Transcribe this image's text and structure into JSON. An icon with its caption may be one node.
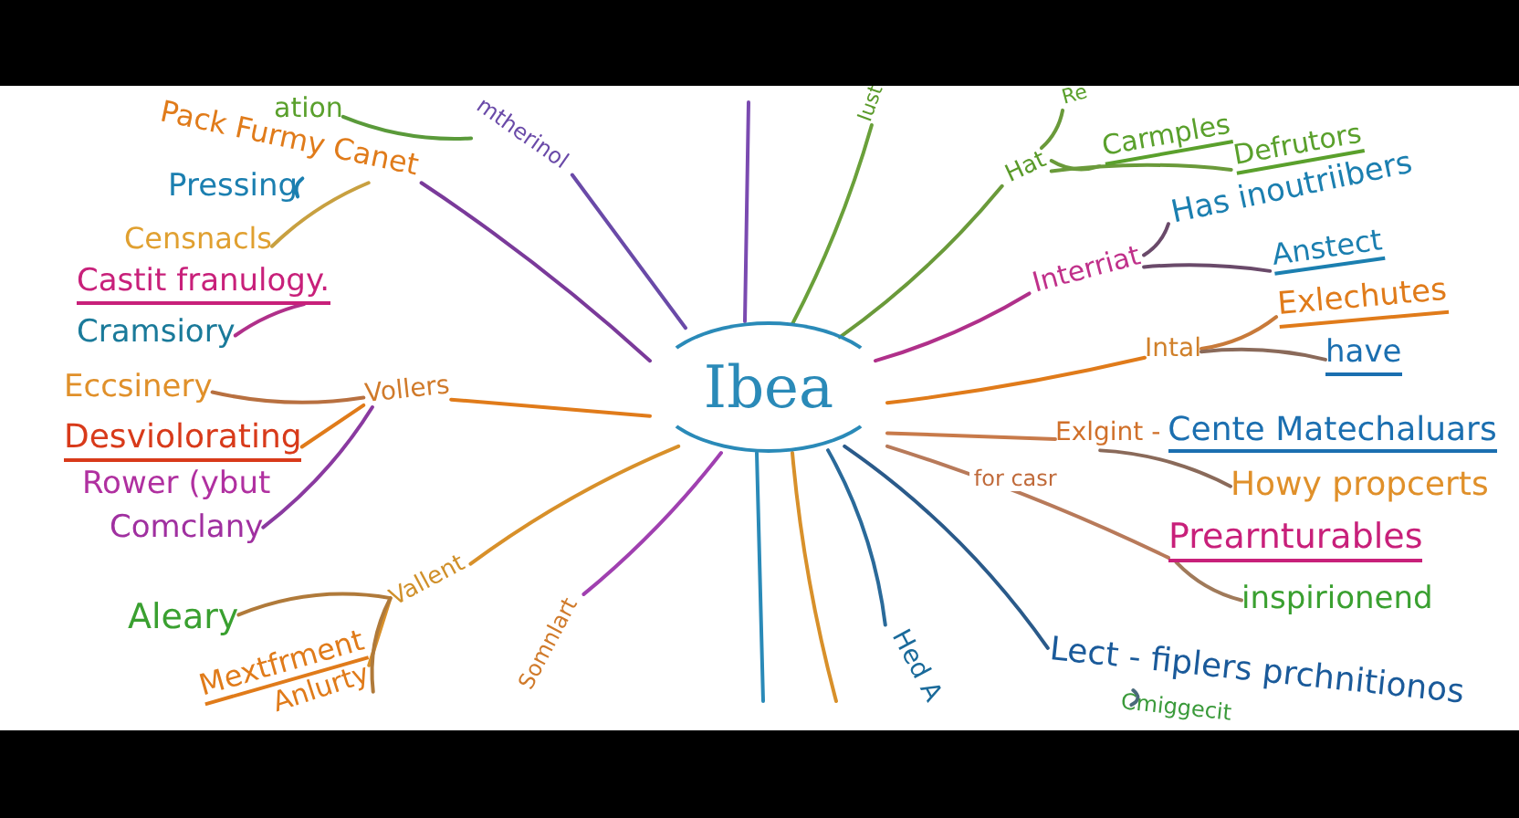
{
  "diagram": {
    "nodes": [
      {
        "text": [
          "Ibea"
        ]
      },
      {
        "text": [
          "ation"
        ]
      },
      {
        "text": [
          "mtherinol"
        ]
      },
      {
        "text": [
          "Pack Furmy Canet"
        ]
      },
      {
        "text": [
          "Pressing"
        ]
      },
      {
        "text": [
          "Censnacls"
        ]
      },
      {
        "text": [
          "Castit franulogy."
        ]
      },
      {
        "text": [
          "Cramsiory"
        ]
      },
      {
        "text": [
          "Vollers"
        ]
      },
      {
        "text": [
          "Eccsinery"
        ]
      },
      {
        "text": [
          "Desviolorating"
        ]
      },
      {
        "text": [
          "Rower (ybut"
        ]
      },
      {
        "text": [
          "Comclany"
        ]
      },
      {
        "text": [
          "Vallent"
        ]
      },
      {
        "text": [
          "Aleary"
        ]
      },
      {
        "text": [
          "Mextfrment"
        ]
      },
      {
        "text": [
          "Anlurty"
        ]
      },
      {
        "text": [
          "Somnlart"
        ]
      },
      {
        "text": [
          "Hed A"
        ]
      },
      {
        "text": [
          "Lect - fiplers prchnitionos"
        ]
      },
      {
        "text": [
          "Cmiggecit"
        ]
      },
      {
        "text": [
          "Exlgint -",
          "Cente Matechaluars"
        ]
      },
      {
        "text": [
          "Howy propcerts"
        ]
      },
      {
        "text": [
          "Prearnturables"
        ]
      },
      {
        "text": [
          "inspirionend"
        ]
      },
      {
        "text": [
          "Intal"
        ]
      },
      {
        "text": [
          "Exlechutes"
        ]
      },
      {
        "text": [
          "have"
        ]
      },
      {
        "text": [
          "Interriat"
        ]
      },
      {
        "text": [
          "Has inoutriibers"
        ]
      },
      {
        "text": [
          "Anstect"
        ]
      },
      {
        "text": [
          "Hat"
        ]
      },
      {
        "text": [
          "Carmples"
        ]
      },
      {
        "text": [
          "Defrutors"
        ]
      },
      {
        "text": [
          "Re"
        ]
      },
      {
        "text": [
          "Iust"
        ]
      }
    ],
    "edges": [
      {
        "from": 0,
        "to": 2,
        "arrow": "none",
        "color": "#6a4aa8"
      },
      {
        "from": 2,
        "to": 1,
        "arrow": "none",
        "color": "#5a9a3a"
      },
      {
        "from": 0,
        "to": 3,
        "arrow": "none",
        "color": "#7a3a9a"
      },
      {
        "from": 3,
        "to": 4,
        "arrow": "none",
        "color": "#1b7fb0"
      },
      {
        "from": 3,
        "to": 5,
        "arrow": "none",
        "color": "#c8a040"
      },
      {
        "from": 6,
        "to": 7,
        "arrow": "none",
        "color": "#b0308a"
      },
      {
        "from": 0,
        "to": 8,
        "arrow": "none",
        "color": "#e07b1a"
      },
      {
        "from": 8,
        "to": 9,
        "arrow": "none",
        "color": "#b87040"
      },
      {
        "from": 8,
        "to": 10,
        "arrow": "none",
        "color": "#e07b1a"
      },
      {
        "from": 8,
        "to": 12,
        "arrow": "none",
        "color": "#8a3aa0"
      },
      {
        "from": 0,
        "to": 13,
        "arrow": "none",
        "color": "#d8902a"
      },
      {
        "from": 13,
        "to": 14,
        "arrow": "none",
        "color": "#b07a3a"
      },
      {
        "from": 13,
        "to": 15,
        "arrow": "none",
        "color": "#d8902a"
      },
      {
        "from": 13,
        "to": 16,
        "arrow": "none",
        "color": "#b07a3a"
      },
      {
        "from": 0,
        "to": 17,
        "arrow": "none",
        "color": "#a040b0"
      },
      {
        "from": 0,
        "to": null,
        "arrow": "none",
        "color": "#2a8ab8"
      },
      {
        "from": 0,
        "to": null,
        "arrow": "none",
        "color": "#d8902a"
      },
      {
        "from": 0,
        "to": 18,
        "arrow": "none",
        "color": "#2a6a9a"
      },
      {
        "from": 0,
        "to": 19,
        "arrow": "none",
        "color": "#2a5a8a"
      },
      {
        "from": 19,
        "to": 20,
        "arrow": "none",
        "color": "#4a6a7a"
      },
      {
        "from": 0,
        "to": 21,
        "arrow": "none",
        "color": "#c87a4a"
      },
      {
        "from": 21,
        "to": 22,
        "arrow": "none",
        "color": "#8a6a5a"
      },
      {
        "from": 0,
        "to": 23,
        "label": "for casr",
        "arrow": "none",
        "color": "#b87a5a"
      },
      {
        "from": 23,
        "to": 24,
        "arrow": "none",
        "color": "#a07a5a"
      },
      {
        "from": 0,
        "to": 25,
        "arrow": "none",
        "color": "#e07b1a"
      },
      {
        "from": 25,
        "to": 26,
        "arrow": "none",
        "color": "#c87a3a"
      },
      {
        "from": 25,
        "to": 27,
        "arrow": "none",
        "color": "#8a6a5a"
      },
      {
        "from": 0,
        "to": 28,
        "arrow": "none",
        "color": "#b0308a"
      },
      {
        "from": 28,
        "to": 29,
        "arrow": "none",
        "color": "#6a4a6a"
      },
      {
        "from": 28,
        "to": 30,
        "arrow": "none",
        "color": "#6a4a6a"
      },
      {
        "from": 0,
        "to": 31,
        "arrow": "none",
        "color": "#6a9a3a"
      },
      {
        "from": 31,
        "to": 32,
        "arrow": "none",
        "color": "#6a9a3a"
      },
      {
        "from": 31,
        "to": 33,
        "arrow": "none",
        "color": "#6a9a3a"
      },
      {
        "from": 31,
        "to": 34,
        "arrow": "none",
        "color": "#6a9a3a"
      },
      {
        "from": 0,
        "to": 35,
        "arrow": "none",
        "color": "#6aa03a"
      },
      {
        "from": 0,
        "to": null,
        "arrow": "none",
        "color": "#7a4ab0"
      }
    ]
  }
}
